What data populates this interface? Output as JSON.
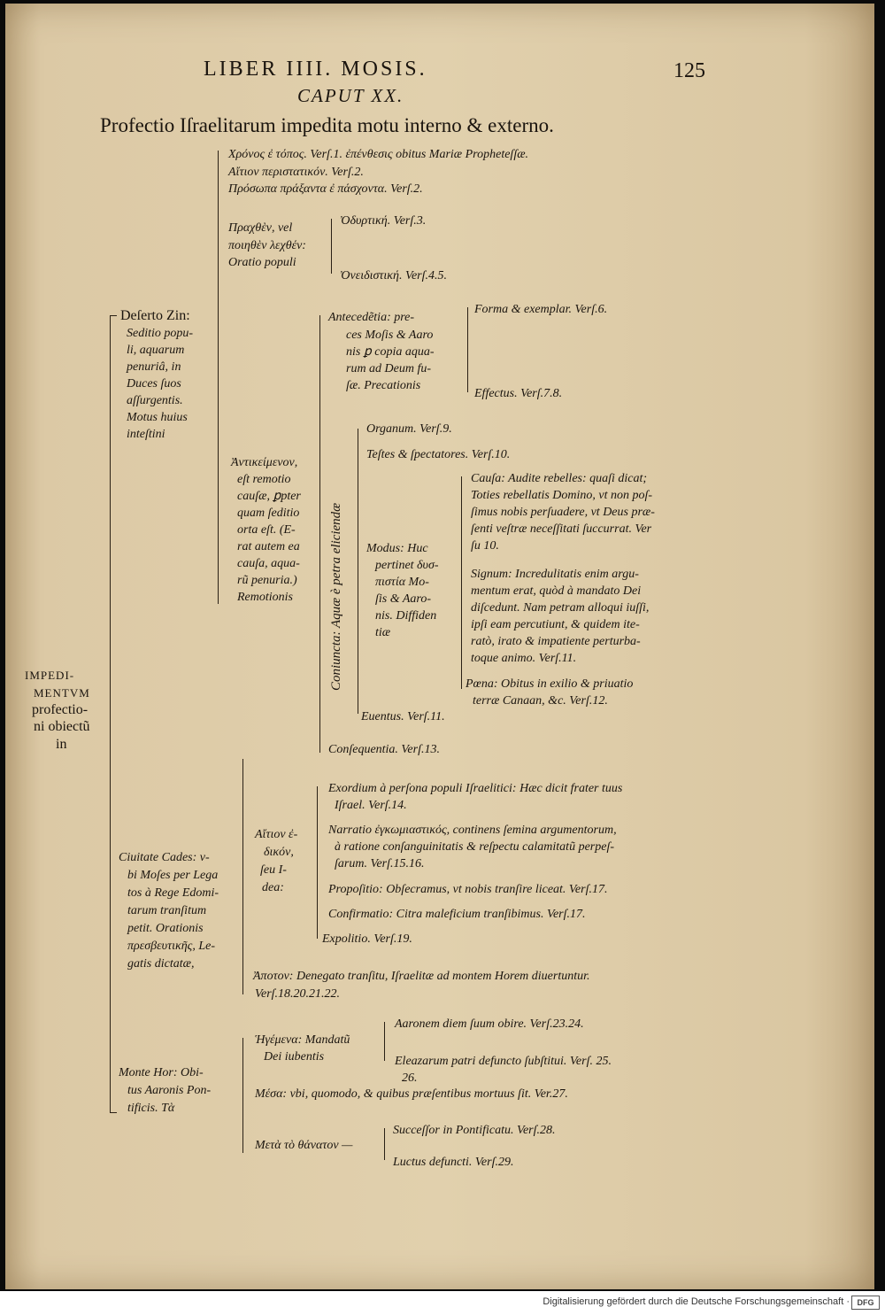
{
  "header": {
    "running_title": "LIBER IIII. MOSIS.",
    "page_number": "125",
    "chapter": "CAPUT XX.",
    "title": "Profectio Iſraelitarum impedita motu interno & externo."
  },
  "root": {
    "l1": "IMPEDI-",
    "l2": "MENTVM",
    "l3": "profectio-",
    "l4": "ni obiectũ",
    "l5": "in"
  },
  "top": {
    "l1": "Χρόνος ἐ τόπος. Verſ.1. ἐπένθεσις obitus Mariæ Propheteſſæ.",
    "l2": "Αἴτιον περιστατικόν. Verſ.2.",
    "l3": "Πρόσωπα πράξαντα ἐ πάσχοντα. Verſ.2."
  },
  "desertum": {
    "label": [
      "Deſerto Zin:",
      "Seditio popu-",
      "li, aquarum",
      "penuriâ, in",
      "Duces ſuos",
      "aſſurgentis.",
      "Motus huius",
      "inteſtini"
    ],
    "prachthen": [
      "Πραχθὲν, vel",
      "ποιηθὲν λεχθέν:",
      "Oratio populi"
    ],
    "odurt": "Ὀδυρτική. Verſ.3.",
    "oneid": "Ὀνειδιστική. Verſ.4.5.",
    "antikeimenon": [
      "Ἀντικείμενον,",
      "eſt remotio",
      "cauſæ, ꝑpter",
      "quam ſeditio",
      "orta eſt. (E-",
      "rat autem ea",
      "cauſa, aqua-",
      "rũ penuria.)",
      "Remotionis"
    ],
    "antecedentia": [
      "Antecedẽtia: pre-",
      "ces Moſis & Aaro",
      "nis ꝑ copia aqua-",
      "rum ad Deum fu-",
      "ſæ. Precationis"
    ],
    "forma": "Forma & exemplar. Verſ.6.",
    "effectus": "Effectus. Verſ.7.8.",
    "coniuncta_vertical": "Coniuncta: Aquæ è petra eliciendæ",
    "organum": "Organum. Verſ.9.",
    "testes": "Teſtes & ſpectatores. Verſ.10.",
    "modus": [
      "Modus: Huc",
      "pertinet δυσ-",
      "πιστία Mo-",
      "ſis & Aaro-",
      "nis. Diffiden",
      "tiæ"
    ],
    "causa": [
      "Cauſa: Audite rebelles: quaſi dicat;",
      "Toties rebellatis Domino, vt non poſ-",
      "ſimus nobis perſuadere, vt Deus præ-",
      "ſenti veſtræ neceſſitati ſuccurrat. Ver",
      "ſu 10."
    ],
    "signum": [
      "Signum: Incredulitatis enim argu-",
      "mentum erat, quòd à mandato Dei",
      "diſcedunt. Nam petram alloqui iuſſi,",
      "ipſi eam percutiunt, & quidem ite-",
      "ratò, irato & impatiente perturba-",
      "toque animo. Verſ.11."
    ],
    "poena": [
      "Pœna: Obitus in exilio & priuatio",
      "terræ Canaan, &c. Verſ.12."
    ],
    "euentus": "Euentus. Verſ.11.",
    "consequentia": "Conſequentia. Verſ.13."
  },
  "cades": {
    "label": [
      "Ciuitate Cades: v-",
      "bi Moſes per Lega",
      "tos à Rege Edomi-",
      "tarum tranſitum",
      "petit. Orationis",
      "πρεσβευτικῆς, Le-",
      "gatis dictatæ,"
    ],
    "aition": [
      "Αἴτιον ἐ-",
      "δικόν,",
      "ſeu I-",
      "dea:"
    ],
    "exordium": [
      "Exordium à perſona populi Iſraelitici: Hæc dicit frater tuus",
      "Iſrael. Verſ.14."
    ],
    "narratio": [
      "Narratio ἐγκωμιαστικός, continens ſemina argumentorum,",
      "à ratione conſanguinitatis & reſpectu calamitatũ perpeſ-",
      "ſarum. Verſ.15.16."
    ],
    "propositio": "Propoſitio: Obſecramus, vt nobis tranſire liceat. Verſ.17.",
    "confirmatio": "Confirmatio: Citra maleficium tranſibimus. Verſ.17.",
    "expolitio": "Expolitio. Verſ.19.",
    "apoton": [
      "Ἀποτον: Denegato tranſitu, Iſraelitæ ad montem Horem diuertuntur.",
      "Verſ.18.20.21.22."
    ]
  },
  "hor": {
    "label": [
      "Monte Hor: Obi-",
      "tus Aaronis Pon-",
      "tificis. Τὰ"
    ],
    "hegemena": [
      "Ἡγέμενα: Mandatũ",
      "Dei iubentis"
    ],
    "aaronem": "Aaronem diem ſuum obire. Verſ.23.24.",
    "eleazarum": [
      "Eleazarum patri defuncto ſubſtitui. Verſ. 25.",
      "26."
    ],
    "mesa": "Μέσα: vbi, quomodo, & quibus præſentibus mortuus ſit. Ver.27.",
    "meta": "Μετὰ τὸ θάνατον —",
    "successor": "Succeſſor in Pontificatu. Verſ.28.",
    "luctus": "Luctus defuncti. Verſ.29."
  },
  "footer": {
    "text": "Digitalisierung gefördert durch die Deutsche Forschungsgemeinschaft ·",
    "logo": "DFG"
  }
}
